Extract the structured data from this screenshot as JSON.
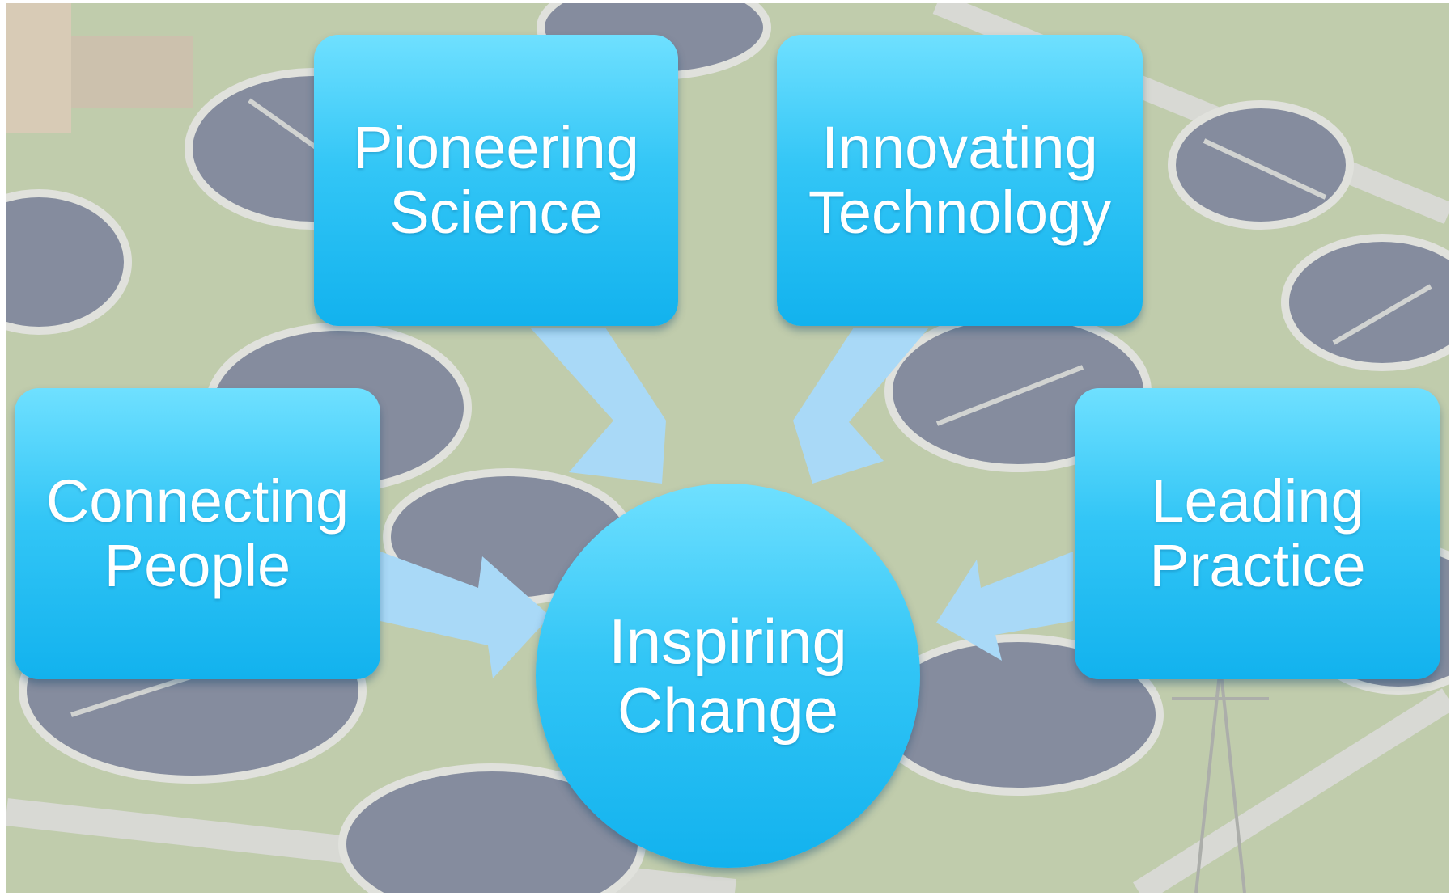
{
  "diagram": {
    "nodes": {
      "pioneering_science": "Pioneering\nScience",
      "innovating_technology": "Innovating\nTechnology",
      "connecting_people": "Connecting\nPeople",
      "leading_practice": "Leading\nPractice",
      "inspiring_change": "Inspiring\nChange"
    },
    "edges": [
      {
        "from": "Pioneering Science",
        "to": "Inspiring Change"
      },
      {
        "from": "Innovating Technology",
        "to": "Inspiring Change"
      },
      {
        "from": "Connecting People",
        "to": "Inspiring Change"
      },
      {
        "from": "Leading Practice",
        "to": "Inspiring Change"
      }
    ],
    "colors": {
      "node_light": "#6fe0ff",
      "node_dark": "#12b2ee",
      "arrow": "#a9d9f7",
      "background_grass": "#a7b98c",
      "background_tank": "#55627a"
    }
  }
}
